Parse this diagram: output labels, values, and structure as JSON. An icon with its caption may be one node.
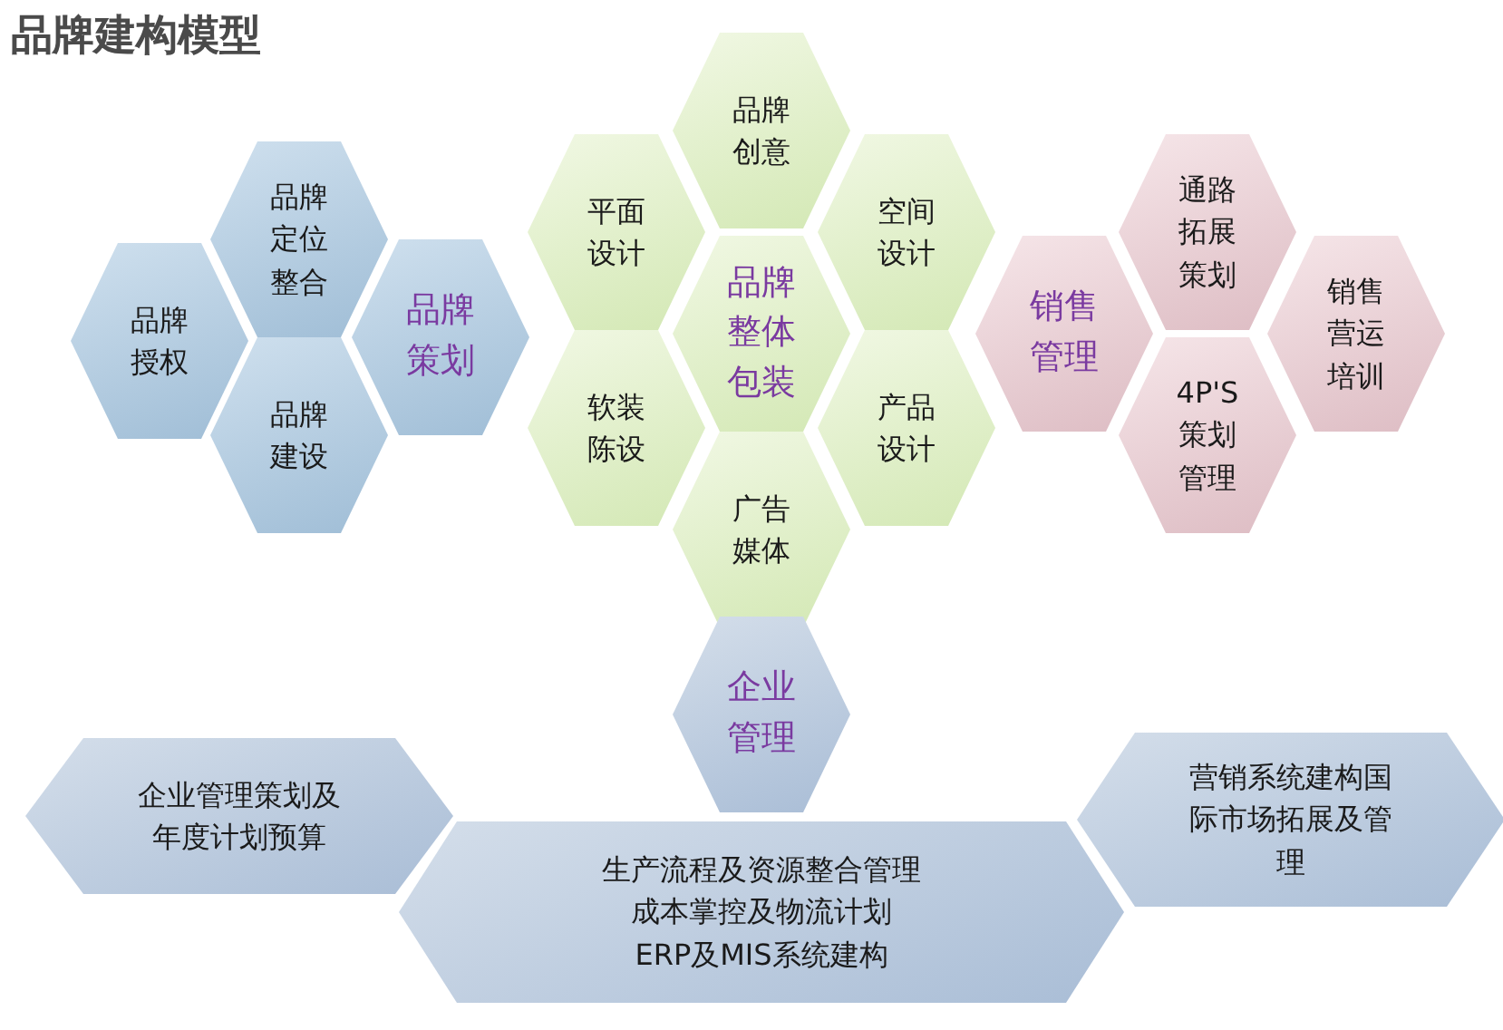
{
  "diagram": {
    "title": "品牌建构模型",
    "nodes": [
      {
        "text": [
          "品牌授权"
        ]
      },
      {
        "text": [
          "品牌定位整合"
        ]
      },
      {
        "text": [
          "品牌建设"
        ]
      },
      {
        "text": [
          "品牌策划"
        ]
      },
      {
        "text": [
          "品牌创意"
        ]
      },
      {
        "text": [
          "平面设计"
        ]
      },
      {
        "text": [
          "空间设计"
        ]
      },
      {
        "text": [
          "品牌整体包装"
        ]
      },
      {
        "text": [
          "软装陈设"
        ]
      },
      {
        "text": [
          "产品设计"
        ]
      },
      {
        "text": [
          "广告媒体"
        ]
      },
      {
        "text": [
          "销售管理"
        ]
      },
      {
        "text": [
          "通路拓展策划"
        ]
      },
      {
        "text": [
          "销售营运培训"
        ]
      },
      {
        "text": [
          "4P'S策划管理"
        ]
      },
      {
        "text": [
          "企业管理"
        ]
      },
      {
        "text": [
          "企业管理策划及年度计划预算"
        ]
      },
      {
        "text": [
          "营销系统建构国际市场拓展及管理"
        ]
      },
      {
        "text": [
          "生产流程及资源整合管理",
          "成本掌控及物流计划",
          "ERP及MIS系统建构"
        ]
      }
    ]
  }
}
